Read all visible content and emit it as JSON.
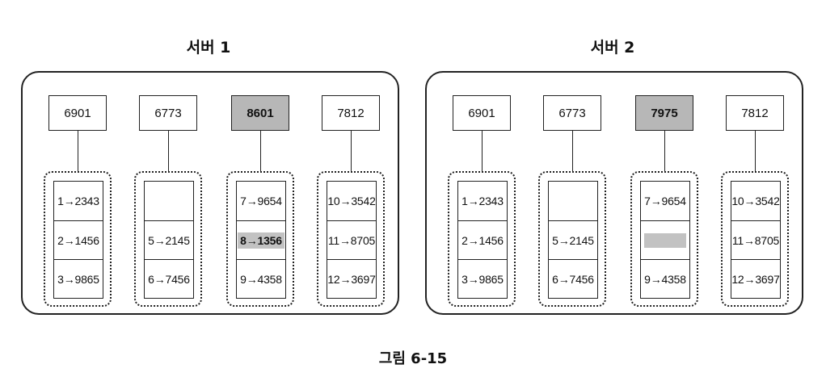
{
  "servers": [
    {
      "title": "서버 1",
      "nodes": [
        {
          "label": "6901",
          "highlight": false
        },
        {
          "label": "6773",
          "highlight": false
        },
        {
          "label": "8601",
          "highlight": true
        },
        {
          "label": "7812",
          "highlight": false
        }
      ],
      "groups": [
        [
          {
            "text": "1→2343"
          },
          {
            "text": "2→1456"
          },
          {
            "text": "3→9865"
          }
        ],
        [
          {
            "text": ""
          },
          {
            "text": "5→2145"
          },
          {
            "text": "6→7456"
          }
        ],
        [
          {
            "text": "7→9654"
          },
          {
            "text": "8→1356",
            "mark": true
          },
          {
            "text": "9→4358"
          }
        ],
        [
          {
            "text": "10→3542"
          },
          {
            "text": "11→8705"
          },
          {
            "text": "12→3697"
          }
        ]
      ]
    },
    {
      "title": "서버 2",
      "nodes": [
        {
          "label": "6901",
          "highlight": false
        },
        {
          "label": "6773",
          "highlight": false
        },
        {
          "label": "7975",
          "highlight": true
        },
        {
          "label": "7812",
          "highlight": false
        }
      ],
      "groups": [
        [
          {
            "text": "1→2343"
          },
          {
            "text": "2→1456"
          },
          {
            "text": "3→9865"
          }
        ],
        [
          {
            "text": ""
          },
          {
            "text": "5→2145"
          },
          {
            "text": "6→7456"
          }
        ],
        [
          {
            "text": "7→9654"
          },
          {
            "text": "",
            "mark": true
          },
          {
            "text": "9→4358"
          }
        ],
        [
          {
            "text": "10→3542"
          },
          {
            "text": "11→8705"
          },
          {
            "text": "12→3697"
          }
        ]
      ]
    }
  ],
  "caption": "그림 6-15",
  "colors": {
    "highlight": "#b7b7b7",
    "border": "#222222"
  }
}
